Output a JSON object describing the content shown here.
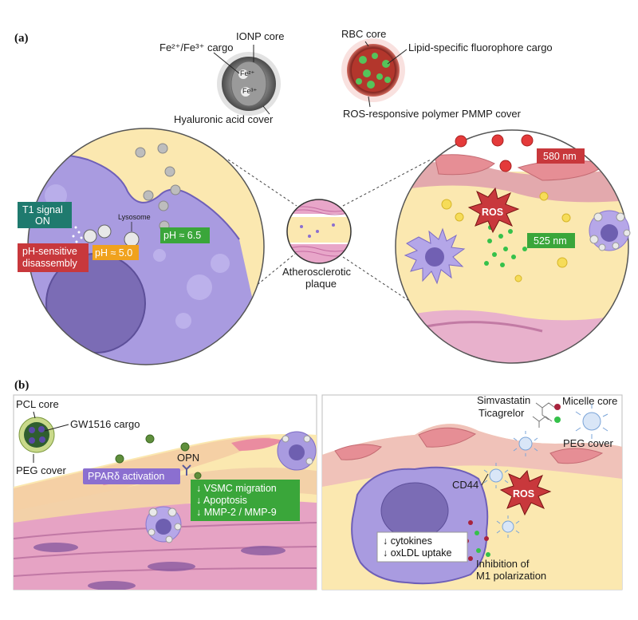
{
  "panels": {
    "a": "(a)",
    "b": "(b)"
  },
  "panel_a": {
    "ionp": {
      "core": "IONP core",
      "cargo": "Fe²⁺/Fe³⁺ cargo",
      "cover": "Hyaluronic acid cover",
      "ion1": "Fe²⁺",
      "ion2": "Fe³⁺"
    },
    "rbc": {
      "core": "RBC core",
      "cargo": "Lipid-specific fluorophore cargo",
      "cover": "ROS-responsive polymer PMMP cover"
    },
    "left_circle": {
      "t1_line1": "T1 signal",
      "t1_line2": "ON",
      "lysosome": "Lysosome",
      "ph_outer": "pH ≈ 6.5",
      "ph_inner": "pH ≈ 5.0",
      "disasm_line1": "pH-sensitive",
      "disasm_line2": "disassembly"
    },
    "center": {
      "line1": "Atherosclerotic",
      "line2": "plaque"
    },
    "right_circle": {
      "ros": "ROS",
      "nm580": "580 nm",
      "nm525": "525 nm"
    },
    "colors": {
      "teal": "#1f7a6e",
      "red": "#c8383c",
      "orange": "#f0a21d",
      "green": "#3aa63a",
      "purple": "#8b6fd0"
    }
  },
  "panel_b": {
    "left": {
      "pcl_core": "PCL core",
      "cargo": "GW1516 cargo",
      "peg": "PEG cover",
      "opn": "OPN",
      "ppar": "PPARδ activation",
      "effects": [
        "↓ VSMC migration",
        "↓ Apoptosis",
        "↓ MMP-2 / MMP-9"
      ]
    },
    "right": {
      "simva": "Simvastatin",
      "ticag": "Ticagrelor",
      "micelle": "Micelle core",
      "peg": "PEG cover",
      "cd44": "CD44",
      "ros": "ROS",
      "effects": [
        "↓ cytokines",
        "↓ oxLDL uptake"
      ],
      "inhib_line1": "Inhibition of",
      "inhib_line2": "M1 polarization"
    }
  }
}
